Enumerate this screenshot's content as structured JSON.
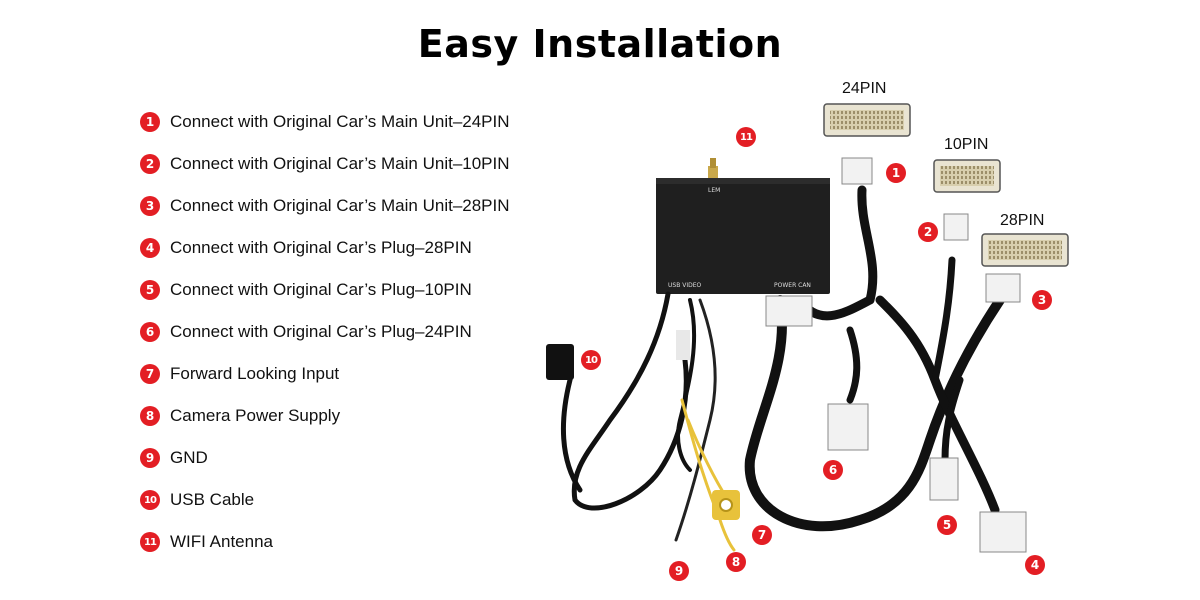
{
  "title": "Easy Installation",
  "steps": [
    {
      "num": "1",
      "text": "Connect with Original Car’s Main Unit–24PIN"
    },
    {
      "num": "2",
      "text": "Connect with Original Car’s Main Unit–10PIN"
    },
    {
      "num": "3",
      "text": "Connect with Original Car’s Main Unit–28PIN"
    },
    {
      "num": "4",
      "text": "Connect with Original Car’s Plug–28PIN"
    },
    {
      "num": "5",
      "text": "Connect with Original Car’s Plug–10PIN"
    },
    {
      "num": "6",
      "text": "Connect with Original Car’s Plug–24PIN"
    },
    {
      "num": "7",
      "text": "Forward Looking Input"
    },
    {
      "num": "8",
      "text": "Camera Power Supply"
    },
    {
      "num": "9",
      "text": "GND"
    },
    {
      "num": "10",
      "text": "USB Cable"
    },
    {
      "num": "11",
      "text": "WIFI Antenna"
    }
  ],
  "connectors": {
    "pin24": "24PIN",
    "pin10": "10PIN",
    "pin28": "28PIN"
  },
  "module": {
    "brand": "LEM",
    "port_left": "USB VIDEO",
    "port_right": "POWER CAN"
  },
  "colors": {
    "badge": "#e31e24",
    "cable": "#111111",
    "module": "#1a1a1a",
    "plug": "#f2f2f2"
  }
}
